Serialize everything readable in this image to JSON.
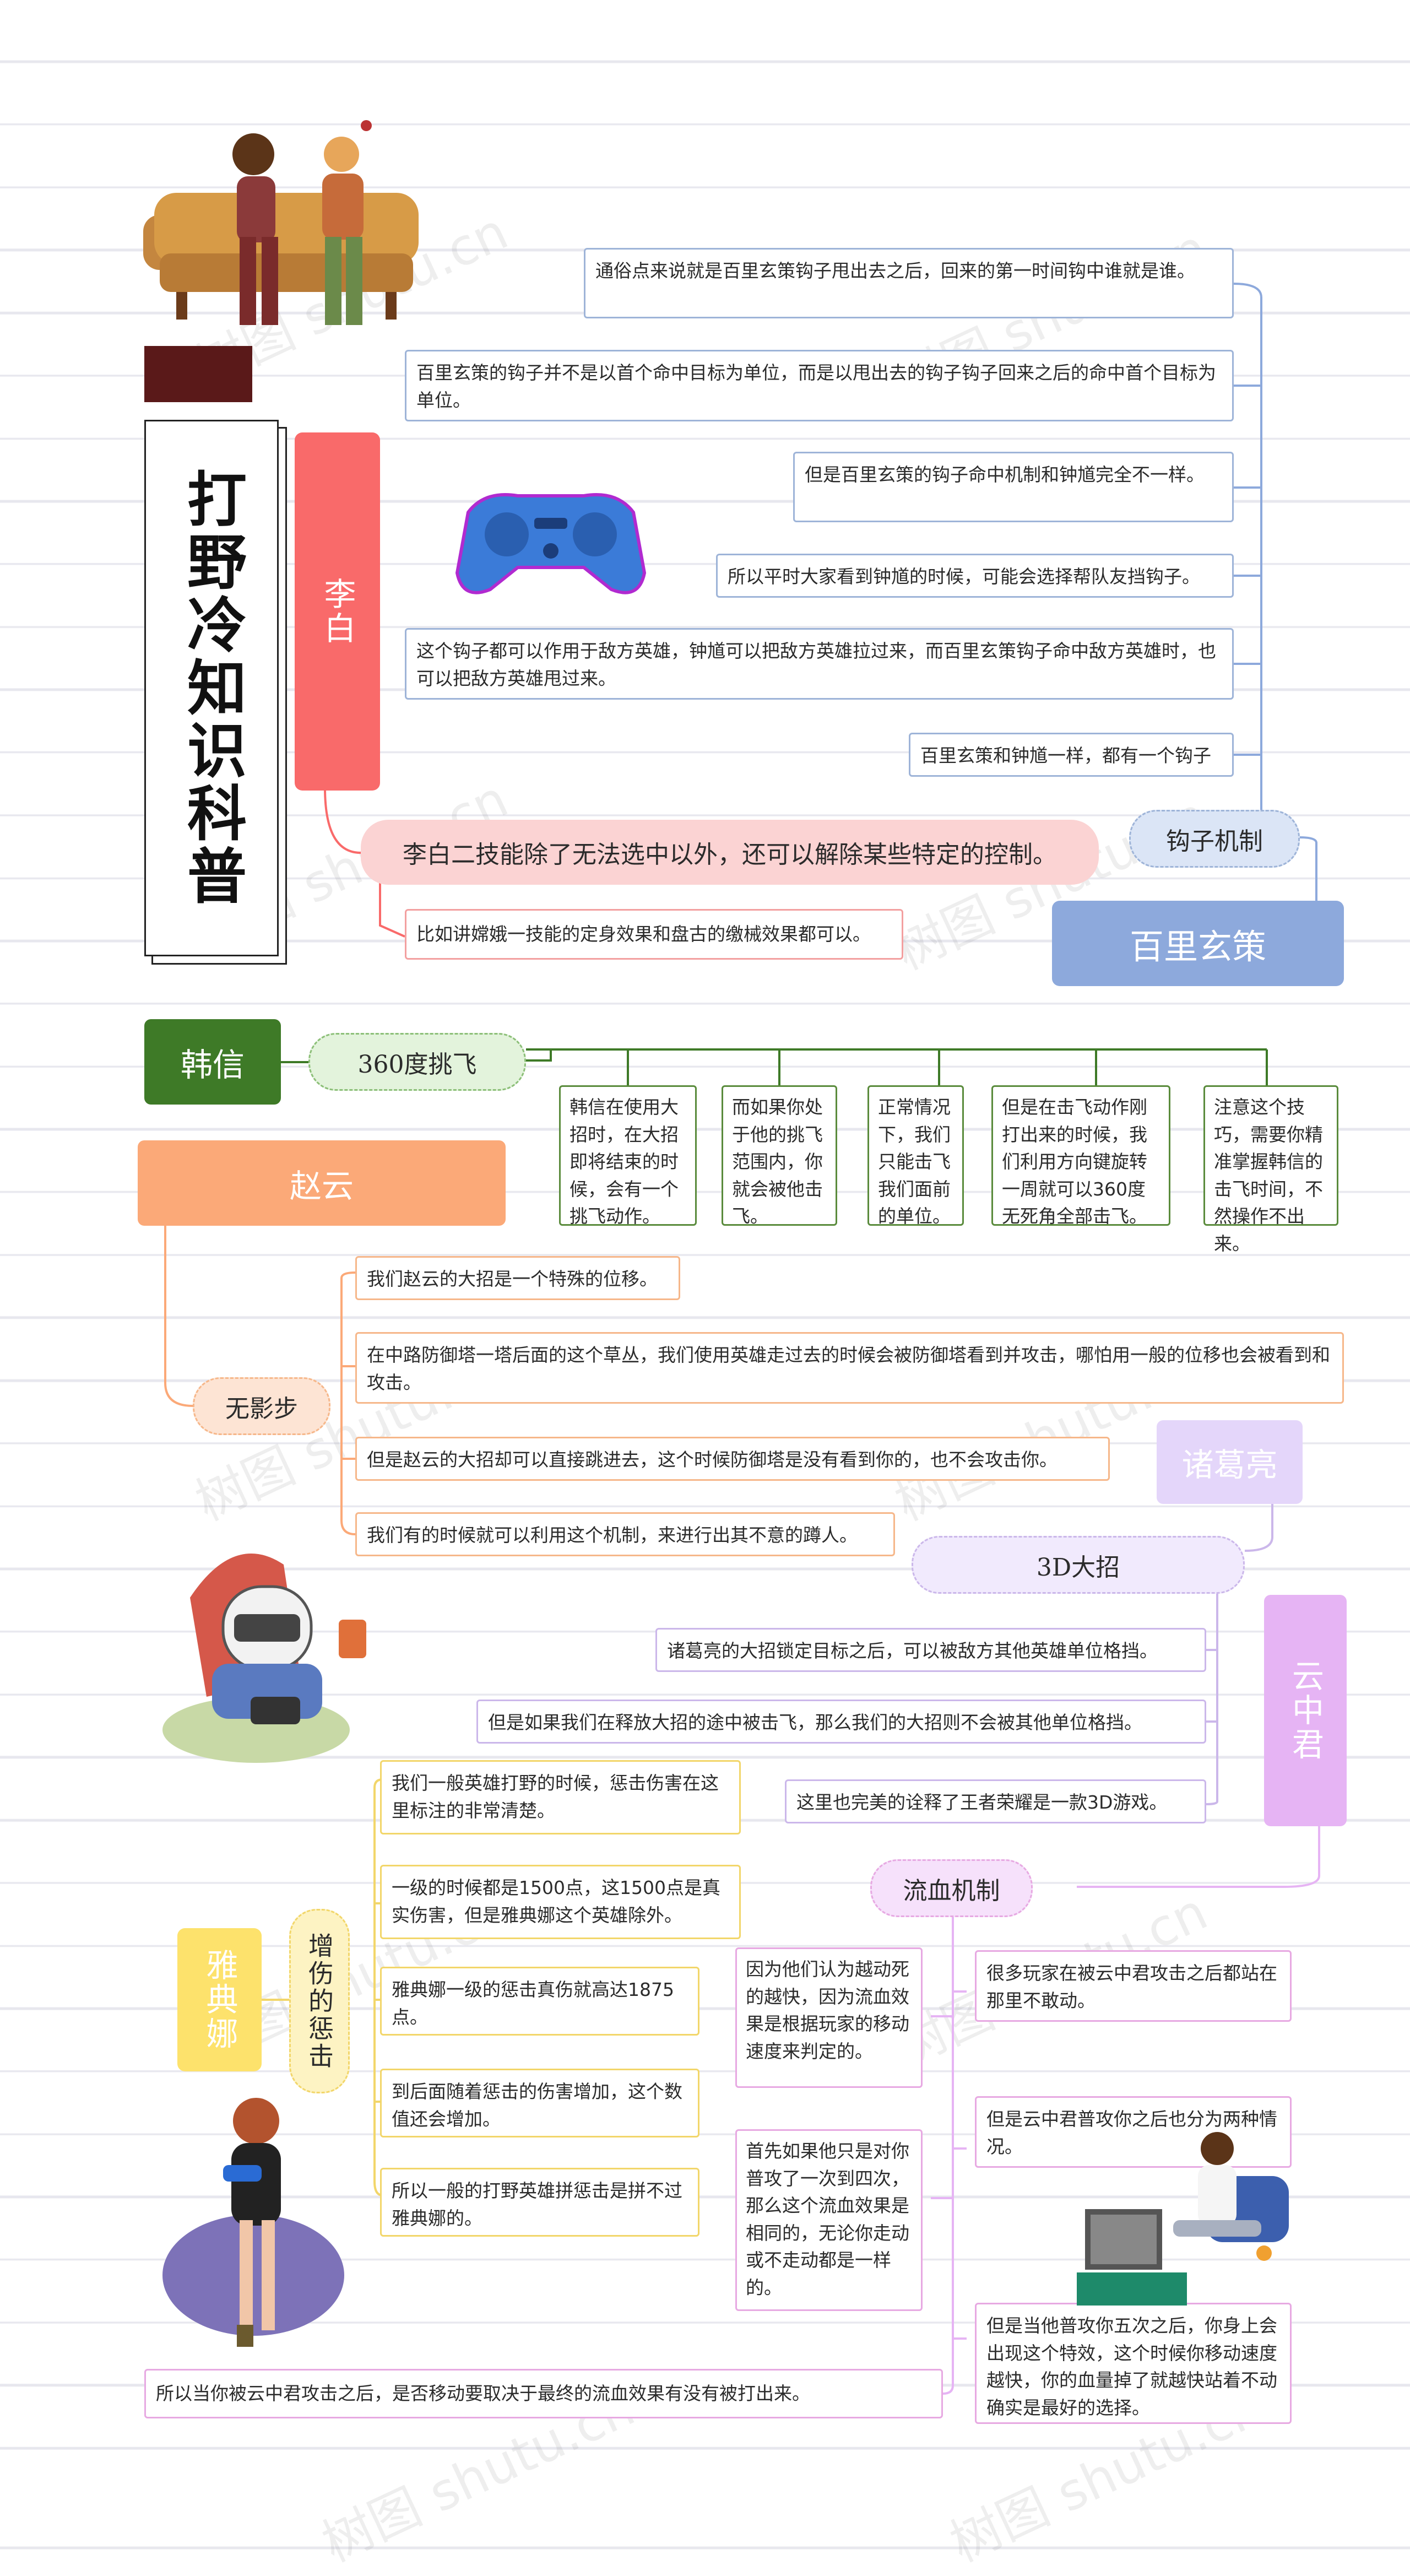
{
  "title": "打野冷知识科普",
  "libai": {
    "label": "李白",
    "skill": "李白二技能除了无法选中以外，还可以解除某些特定的控制。",
    "example": "比如讲嫦娥一技能的定身效果和盘古的缴械效果都可以。"
  },
  "baili": {
    "label": "百里玄策",
    "sub": "钩子机制",
    "notes": [
      "通俗点来说就是百里玄策钩子甩出去之后，回来的第一时间钩中谁就是谁。",
      "百里玄策的钩子并不是以首个命中目标为单位，而是以甩出去的钩子钩子回来之后的命中首个目标为单位。",
      "但是百里玄策的钩子命中机制和钟馗完全不一样。",
      "所以平时大家看到钟馗的时候，可能会选择帮队友挡钩子。",
      "这个钩子都可以作用于敌方英雄，钟馗可以把敌方英雄拉过来，而百里玄策钩子命中敌方英雄时，也可以把敌方英雄甩过来。",
      "百里玄策和钟馗一样，都有一个钩子"
    ]
  },
  "hanxin": {
    "label": "韩信",
    "sub": "360度挑飞",
    "notes": [
      "韩信在使用大招时，在大招即将结束的时候，会有一个挑飞动作。",
      "而如果你处于他的挑飞范围内，你就会被他击飞。",
      "正常情况下，我们只能击飞我们面前的单位。",
      "但是在击飞动作刚打出来的时候，我们利用方向键旋转一周就可以360度无死角全部击飞。",
      "注意这个技巧，需要你精准掌握韩信的击飞时间，不然操作不出来。"
    ]
  },
  "zhaoyun": {
    "label": "赵云",
    "sub": "无影步",
    "notes": [
      "我们赵云的大招是一个特殊的位移。",
      "在中路防御塔一塔后面的这个草丛，我们使用英雄走过去的时候会被防御塔看到并攻击，哪怕用一般的位移也会被看到和攻击。",
      "但是赵云的大招却可以直接跳进去，这个时候防御塔是没有看到你的，也不会攻击你。",
      "我们有的时候就可以利用这个机制，来进行出其不意的蹲人。"
    ]
  },
  "zhuge": {
    "label": "诸葛亮",
    "sub": "3D大招",
    "notes": [
      "诸葛亮的大招锁定目标之后，可以被敌方其他英雄单位格挡。",
      "但是如果我们在释放大招的途中被击飞，那么我们的大招则不会被其他单位格挡。",
      "这里也完美的诠释了王者荣耀是一款3D游戏。"
    ]
  },
  "yunzhong": {
    "label": "云中君",
    "sub": "流血机制",
    "left_notes": [
      "因为他们认为越动死的越快，因为流血效果是根据玩家的移动速度来判定的。",
      "首先如果他只是对你普攻了一次到四次，那么这个流血效果是相同的，无论你走动或不走动都是一样的。"
    ],
    "right_notes": [
      "很多玩家在被云中君攻击之后都站在那里不敢动。",
      "但是云中君普攻你之后也分为两种情况。",
      "但是当他普攻你五次之后，你身上会出现这个特效，这个时候你移动速度越快，你的血量掉了就越快站着不动确实是最好的选择。"
    ],
    "summary": "所以当你被云中君攻击之后，是否移动要取决于最终的流血效果有没有被打出来。"
  },
  "yadian": {
    "label": "雅典娜",
    "sub": "增伤的惩击",
    "notes": [
      "我们一般英雄打野的时候，惩击伤害在这里标注的非常清楚。",
      "一级的时候都是1500点，这1500点是真实伤害，但是雅典娜这个英雄除外。",
      "雅典娜一级的惩击真伤就高达1875点。",
      "到后面随着惩击的伤害增加，这个数值还会增加。",
      "所以一般的打野英雄拼惩击是拼不过雅典娜的。"
    ]
  },
  "watermark": "树图 shutu.cn",
  "colors": {
    "libai": "#f96a6a",
    "libai_light": "#fbd3d3",
    "baili": "#8da9dc",
    "baili_light": "#dbe5f6",
    "hanxin": "#3e7a27",
    "hanxin_light": "#e3f3dc",
    "zhaoyun": "#fba978",
    "zhaoyun_light": "#fde4d4",
    "zhuge": "#e4d6fa",
    "yunzhong": "#e6b4f4",
    "yadian": "#fde26c"
  }
}
